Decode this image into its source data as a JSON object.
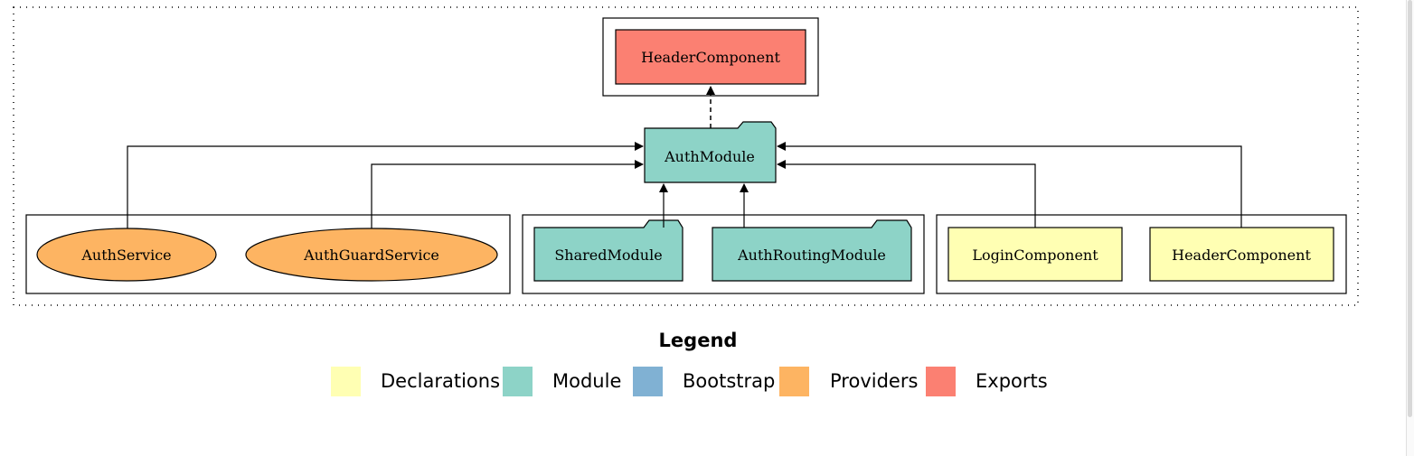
{
  "colors": {
    "declaration": "#ffffb3",
    "module": "#8dd3c7",
    "bootstrap": "#80b1d3",
    "providers": "#fdb462",
    "exports": "#fb8072"
  },
  "exports_group": {
    "header_component": "HeaderComponent"
  },
  "center": {
    "auth_module": "AuthModule"
  },
  "providers_group": {
    "auth_service": "AuthService",
    "auth_guard_service": "AuthGuardService"
  },
  "imports_group": {
    "shared_module": "SharedModule",
    "auth_routing_module": "AuthRoutingModule"
  },
  "declarations_group": {
    "login_component": "LoginComponent",
    "header_component": "HeaderComponent"
  },
  "legend": {
    "title": "Legend",
    "items": [
      {
        "label": "Declarations",
        "color": "#ffffb3"
      },
      {
        "label": "Module",
        "color": "#8dd3c7"
      },
      {
        "label": "Bootstrap",
        "color": "#80b1d3"
      },
      {
        "label": "Providers",
        "color": "#fdb462"
      },
      {
        "label": "Exports",
        "color": "#fb8072"
      }
    ]
  }
}
